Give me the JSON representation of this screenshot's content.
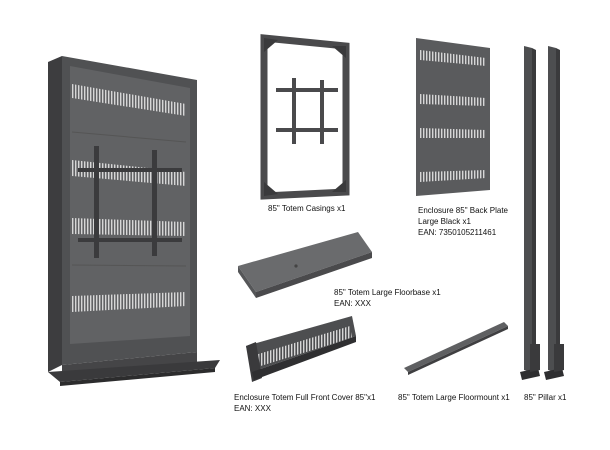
{
  "colors": {
    "metal_dark": "#4a4a4c",
    "metal_mid": "#5f6062",
    "metal_light": "#7b7c7e",
    "slot": "#d8d8d8",
    "background": "#ffffff"
  },
  "parts": {
    "totem": {
      "name": ""
    },
    "casings": {
      "title": "85\" Totem Casings x1"
    },
    "backplate": {
      "title_line1": "Enclosure 85\" Back Plate",
      "title_line2": "Large Black x1",
      "ean": "EAN: 7350105211461"
    },
    "pillar": {
      "title": "85\" Pillar x1"
    },
    "floorbase": {
      "title": "85\" Totem Large Floorbase x1",
      "ean": "EAN: XXX"
    },
    "frontcover": {
      "title": "Enclosure Totem Full Front Cover 85\"x1",
      "ean": "EAN: XXX"
    },
    "floormount": {
      "title": "85\" Totem Large Floormount x1"
    }
  }
}
